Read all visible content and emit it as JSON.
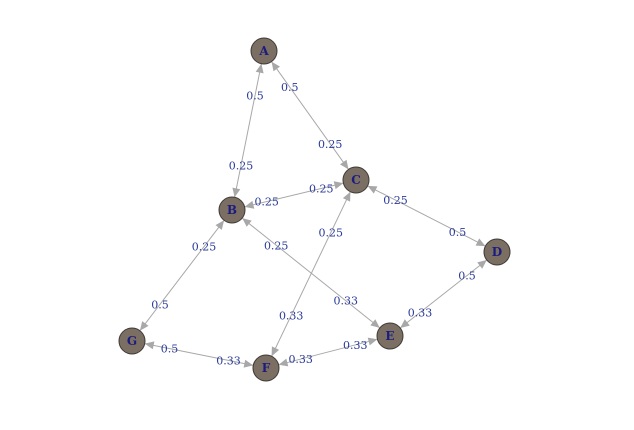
{
  "graph": {
    "nodes": [
      {
        "id": "A",
        "label": "A"
      },
      {
        "id": "B",
        "label": "B"
      },
      {
        "id": "C",
        "label": "C"
      },
      {
        "id": "D",
        "label": "D"
      },
      {
        "id": "E",
        "label": "E"
      },
      {
        "id": "F",
        "label": "F"
      },
      {
        "id": "G",
        "label": "G"
      }
    ],
    "edges": [
      {
        "from": "A",
        "to": "B",
        "label_from": "0.5",
        "label_to": "0.25"
      },
      {
        "from": "A",
        "to": "C",
        "label_from": "0.5",
        "label_to": "0.25"
      },
      {
        "from": "B",
        "to": "C",
        "label_from": "0.25",
        "label_to": "0.25"
      },
      {
        "from": "B",
        "to": "G",
        "label_from": "0.25",
        "label_to": "0.5"
      },
      {
        "from": "B",
        "to": "E",
        "label_from": "0.25",
        "label_to": "0.33"
      },
      {
        "from": "C",
        "to": "D",
        "label_from": "0.25",
        "label_to": "0.5"
      },
      {
        "from": "C",
        "to": "F",
        "label_from": "0.25",
        "label_to": "0.33"
      },
      {
        "from": "D",
        "to": "E",
        "label_from": "0.5",
        "label_to": "0.33"
      },
      {
        "from": "E",
        "to": "F",
        "label_from": "0.33",
        "label_to": "0.33"
      },
      {
        "from": "G",
        "to": "F",
        "label_from": "0.5",
        "label_to": "0.33"
      }
    ],
    "colors": {
      "node_fill": "#7b6e62",
      "node_stroke": "#3d3a36",
      "node_label": "#1c1c80",
      "edge": "#a8a8a8",
      "edge_label": "#2a3a9a"
    }
  }
}
